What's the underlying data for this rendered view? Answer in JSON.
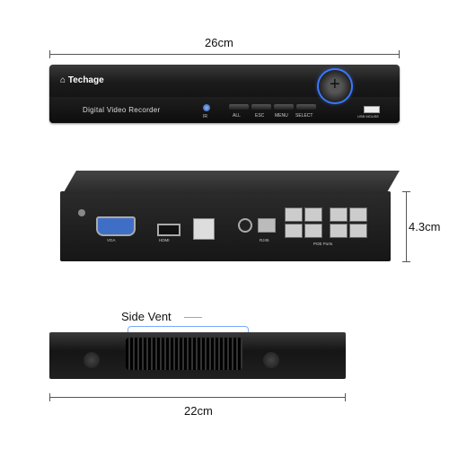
{
  "dimensions": {
    "front_width": "26cm",
    "back_height": "4.3cm",
    "side_width": "22cm"
  },
  "front_panel": {
    "brand": "Techage",
    "product_label": "Digital Video Recorder",
    "ir_label": "IR",
    "buttons": [
      "ALL",
      "ESC",
      "MENU",
      "SELECT"
    ],
    "usb_label": "USB MOUSE"
  },
  "back_panel": {
    "vga_label": "VGA",
    "hdmi_label": "HDMI",
    "rj45_label": "RJ45",
    "poe_label": "POE Ports"
  },
  "side_panel": {
    "callout": "Side Vent"
  },
  "colors": {
    "accent_blue": "#3b78ff",
    "vga_blue": "#3f6ec6",
    "device_black": "#1b1b1b"
  }
}
